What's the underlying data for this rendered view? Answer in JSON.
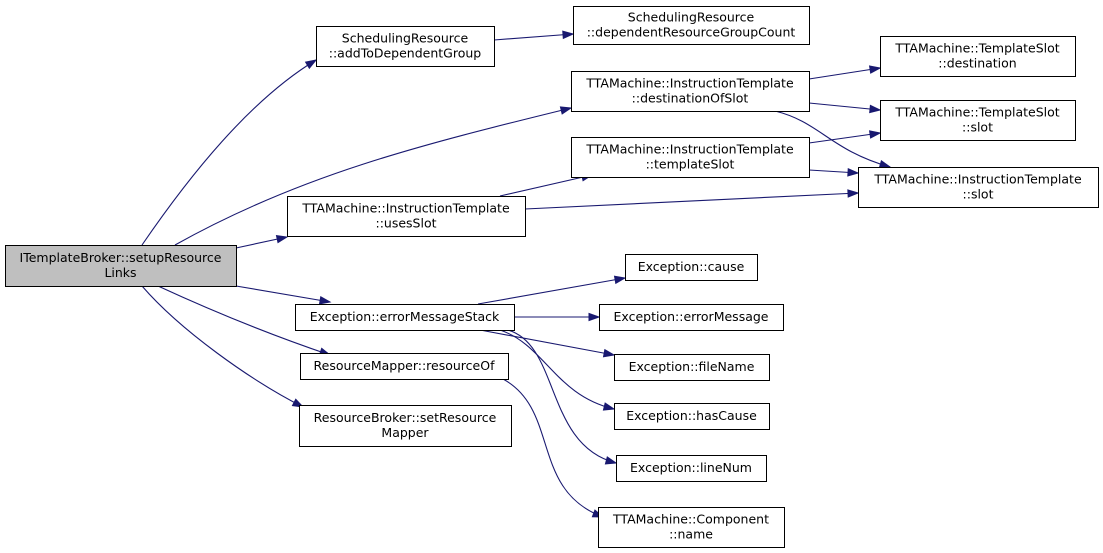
{
  "colors": {
    "edge": "#191970",
    "root_fill": "#bfbfbf",
    "node_fill": "#ffffff",
    "border": "#000000"
  },
  "nodes": [
    {
      "id": "root",
      "lines": [
        "ITemplateBroker::setupResource",
        "Links"
      ]
    },
    {
      "id": "sr_add",
      "lines": [
        "SchedulingResource",
        "::addToDependentGroup"
      ]
    },
    {
      "id": "sr_dep",
      "lines": [
        "SchedulingResource",
        "::dependentResourceGroupCount"
      ]
    },
    {
      "id": "it_dest",
      "lines": [
        "TTAMachine::InstructionTemplate",
        "::destinationOfSlot"
      ]
    },
    {
      "id": "ts_dest",
      "lines": [
        "TTAMachine::TemplateSlot",
        "::destination"
      ]
    },
    {
      "id": "ts_slot",
      "lines": [
        "TTAMachine::TemplateSlot",
        "::slot"
      ]
    },
    {
      "id": "it_tslot",
      "lines": [
        "TTAMachine::InstructionTemplate",
        "::templateSlot"
      ]
    },
    {
      "id": "it_slot",
      "lines": [
        "TTAMachine::InstructionTemplate",
        "::slot"
      ]
    },
    {
      "id": "it_uses",
      "lines": [
        "TTAMachine::InstructionTemplate",
        "::usesSlot"
      ]
    },
    {
      "id": "ex_cause",
      "lines": [
        "Exception::cause"
      ]
    },
    {
      "id": "ex_stack",
      "lines": [
        "Exception::errorMessageStack"
      ]
    },
    {
      "id": "ex_msg",
      "lines": [
        "Exception::errorMessage"
      ]
    },
    {
      "id": "rm_res",
      "lines": [
        "ResourceMapper::resourceOf"
      ]
    },
    {
      "id": "ex_file",
      "lines": [
        "Exception::fileName"
      ]
    },
    {
      "id": "rb_set",
      "lines": [
        "ResourceBroker::setResource",
        "Mapper"
      ]
    },
    {
      "id": "ex_has",
      "lines": [
        "Exception::hasCause"
      ]
    },
    {
      "id": "ex_line",
      "lines": [
        "Exception::lineNum"
      ]
    },
    {
      "id": "comp_name",
      "lines": [
        "TTAMachine::Component",
        "::name"
      ]
    }
  ],
  "edges": [
    [
      "root",
      "sr_add"
    ],
    [
      "root",
      "it_dest"
    ],
    [
      "root",
      "it_uses"
    ],
    [
      "root",
      "ex_stack"
    ],
    [
      "root",
      "rm_res"
    ],
    [
      "root",
      "rb_set"
    ],
    [
      "sr_add",
      "sr_dep"
    ],
    [
      "it_dest",
      "ts_dest"
    ],
    [
      "it_dest",
      "ts_slot"
    ],
    [
      "it_dest",
      "it_slot"
    ],
    [
      "it_tslot",
      "ts_slot"
    ],
    [
      "it_tslot",
      "it_slot"
    ],
    [
      "it_uses",
      "it_tslot"
    ],
    [
      "it_uses",
      "it_slot"
    ],
    [
      "ex_stack",
      "ex_cause"
    ],
    [
      "ex_stack",
      "ex_msg"
    ],
    [
      "ex_stack",
      "ex_file"
    ],
    [
      "ex_stack",
      "ex_has"
    ],
    [
      "ex_stack",
      "ex_line"
    ],
    [
      "rm_res",
      "comp_name"
    ]
  ]
}
